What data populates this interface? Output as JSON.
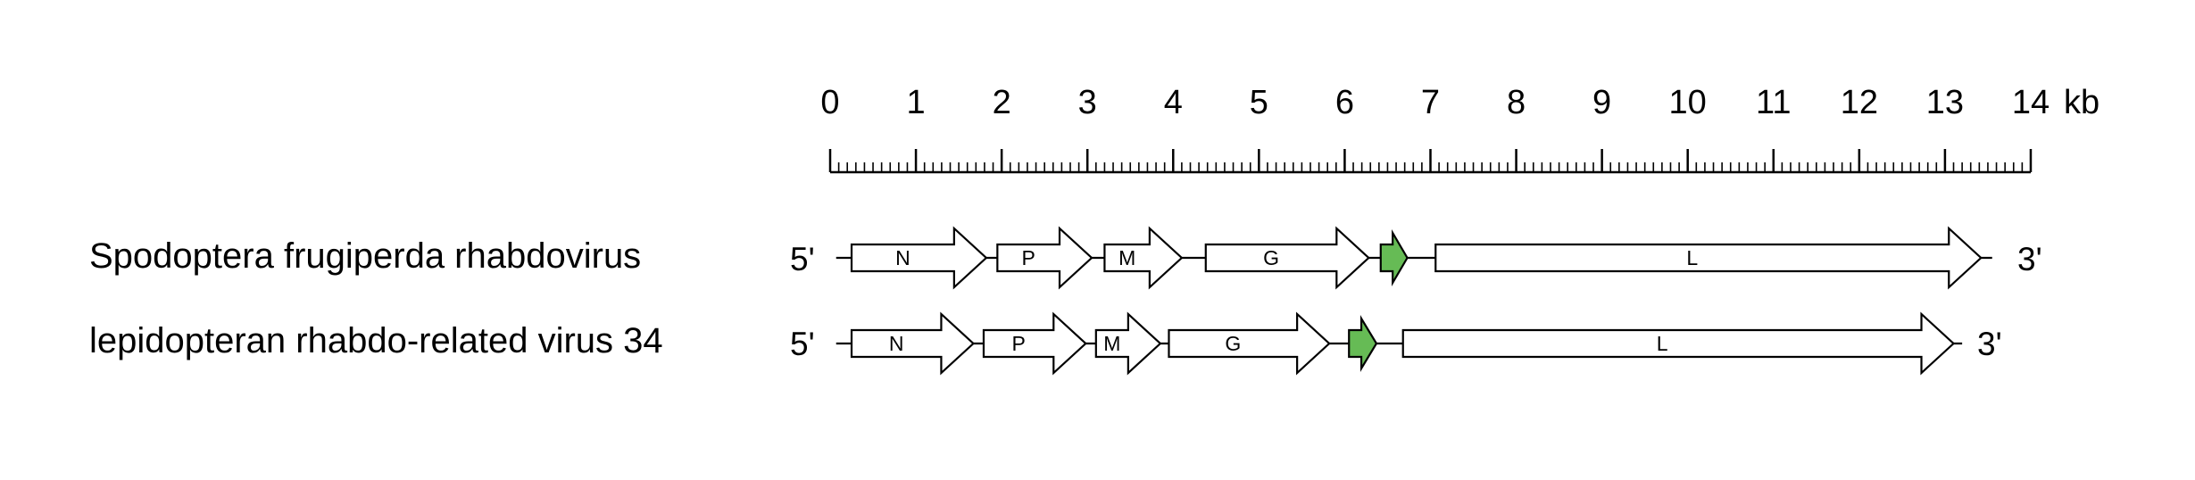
{
  "scale": {
    "unit": "kb",
    "max_kb": 14,
    "tick_labels": [
      "0",
      "1",
      "2",
      "3",
      "4",
      "5",
      "6",
      "7",
      "8",
      "9",
      "10",
      "11",
      "12",
      "13",
      "14"
    ],
    "minor_ticks_per_kb": 10
  },
  "colors": {
    "unlabeled_gene": "#66bb55",
    "labeled_gene": "#ffffff",
    "stroke": "#000000"
  },
  "genomes": [
    {
      "name": "Spodoptera frugiperda rhabdovirus",
      "five_prime": "5'",
      "three_prime": "3'",
      "length_kb": 13.55,
      "genes": [
        {
          "label": "N",
          "start": 0.25,
          "end": 1.82
        },
        {
          "label": "P",
          "start": 1.95,
          "end": 3.05
        },
        {
          "label": "M",
          "start": 3.2,
          "end": 4.1
        },
        {
          "label": "G",
          "start": 4.38,
          "end": 6.28
        },
        {
          "label": "",
          "start": 6.42,
          "end": 6.73,
          "color": "#66bb55"
        },
        {
          "label": "L",
          "start": 7.06,
          "end": 13.42
        }
      ]
    },
    {
      "name": "lepidopteran rhabdo-related virus 34",
      "five_prime": "5'",
      "three_prime": "3'",
      "length_kb": 13.2,
      "genes": [
        {
          "label": "N",
          "start": 0.25,
          "end": 1.67
        },
        {
          "label": "P",
          "start": 1.79,
          "end": 2.98
        },
        {
          "label": "M",
          "start": 3.1,
          "end": 3.85
        },
        {
          "label": "G",
          "start": 3.95,
          "end": 5.82
        },
        {
          "label": "",
          "start": 6.05,
          "end": 6.37,
          "color": "#66bb55"
        },
        {
          "label": "L",
          "start": 6.68,
          "end": 13.1
        }
      ]
    }
  ]
}
